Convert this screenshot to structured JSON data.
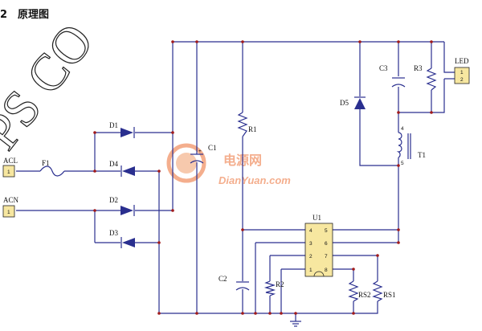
{
  "header": {
    "title": "原理图",
    "prefix": "2"
  },
  "watermark": {
    "text": "PS CO"
  },
  "logo": {
    "brand": "电源网",
    "site": "DianYuan.com"
  },
  "components": {
    "acl": "ACL",
    "acn": "ACN",
    "fuse": "F1",
    "d1": "D1",
    "d2": "D2",
    "d3": "D3",
    "d4": "D4",
    "d5": "D5",
    "c1": "C1",
    "c2": "C2",
    "c3": "C3",
    "r1": "R1",
    "r2": "R2",
    "r3": "R3",
    "rs1": "RS1",
    "rs2": "RS2",
    "t1": "T1",
    "u1": "U1",
    "led": "LED"
  },
  "pins": {
    "acl_pin": "1",
    "acn_pin": "1",
    "led_p1": "1",
    "led_p2": "2",
    "u1_4": "4",
    "u1_3": "3",
    "u1_2": "2",
    "u1_1": "1",
    "u1_5": "5",
    "u1_6": "6",
    "u1_7": "7",
    "u1_8": "8",
    "t1_4": "4",
    "t1_5": "5",
    "c1_plus": "+"
  }
}
